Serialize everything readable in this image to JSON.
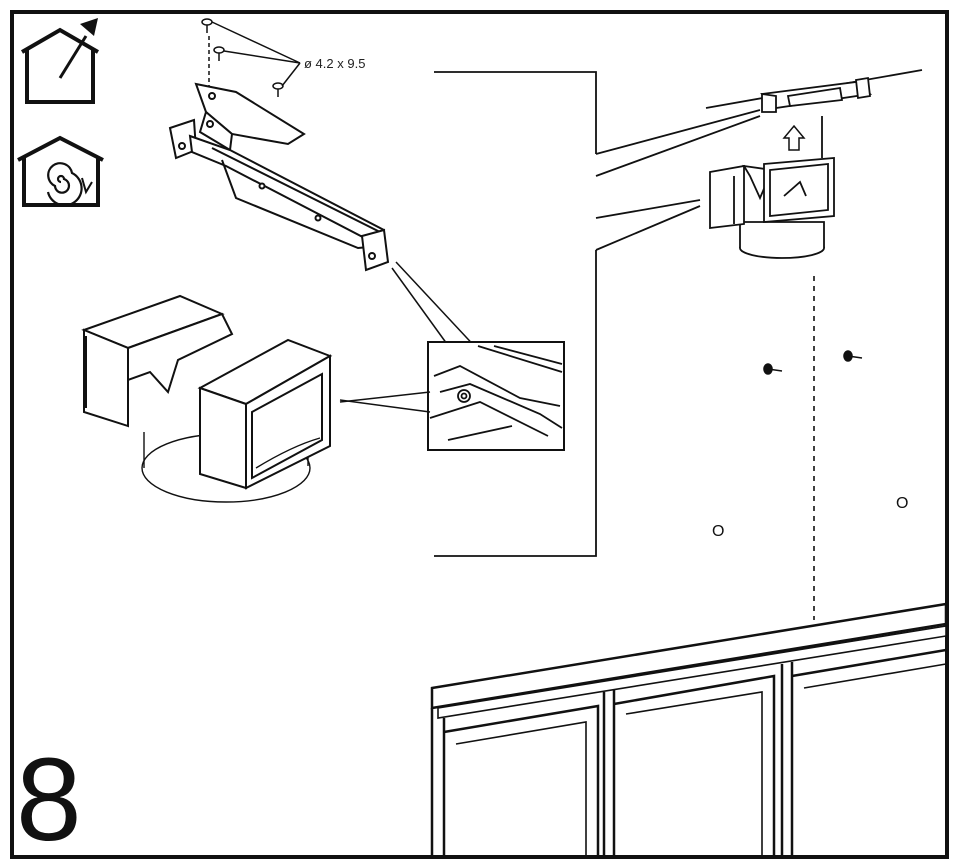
{
  "step": {
    "number": "8"
  },
  "screw": {
    "spec": "ø 4.2 x 9.5"
  },
  "holes": {
    "left_mark": "O",
    "right_mark": "O"
  },
  "icons": {
    "ducted_mode": "house-with-outward-arrow-icon",
    "recirculation_mode": "house-with-spiral-icon"
  },
  "colors": {
    "line": "#111111",
    "background": "#ffffff"
  }
}
